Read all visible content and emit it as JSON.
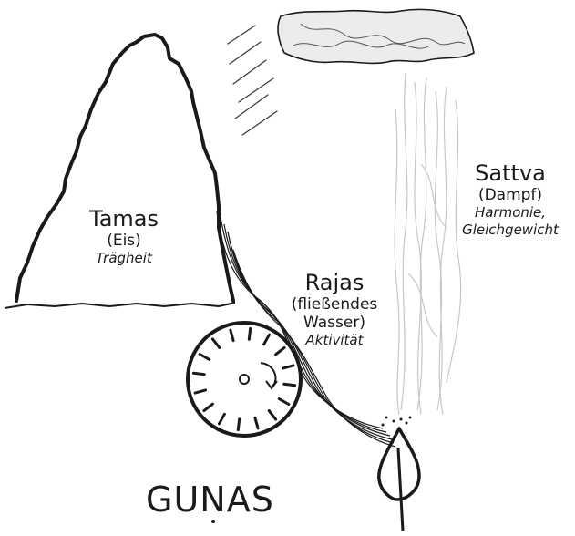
{
  "title": {
    "pre": "GU",
    "dotted": "N",
    "post": "AS"
  },
  "tamas": {
    "name": "Tamas",
    "state": "(Eis)",
    "quality": "Trägheit"
  },
  "rajas": {
    "name": "Rajas",
    "state_line1": "(fließendes",
    "state_line2": "Wasser)",
    "quality": "Aktivität"
  },
  "sattva": {
    "name": "Sattva",
    "state": "(Dampf)",
    "quality_line1": "Harmonie,",
    "quality_line2": "Gleichgewicht"
  },
  "icons": [
    "mountain-icon",
    "cloud-icon",
    "rain-icon",
    "waterwheel-icon",
    "steam-icon",
    "flame-icon",
    "water-stream-icon"
  ],
  "colors": {
    "ink": "#1a1a1a",
    "steam": "#c8c8c8",
    "cloud_fill": "#ececec"
  }
}
